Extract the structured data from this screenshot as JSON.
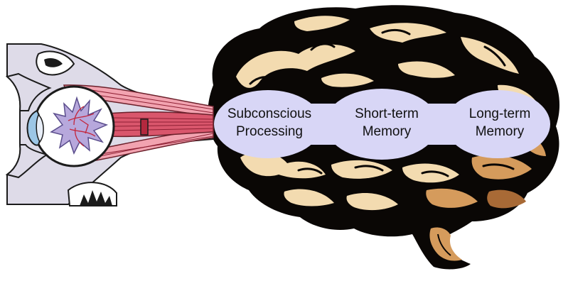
{
  "colors": {
    "brain_dark": "#0a0705",
    "brain_cream": "#f3dbb0",
    "brain_tan": "#d59b5c",
    "brain_brown": "#a86a36",
    "stage_fill": "#d8d6f6",
    "eye_bone": "#dedbe8",
    "eye_bone_dark": "#8e86a8",
    "muscle_red": "#d9566c",
    "muscle_pink": "#f2a3b0",
    "iris_blue": "#9cc6e6",
    "retina_purple": "#b7a8dc",
    "vessel_red": "#c4263c"
  },
  "icons": {
    "eye": "eye-anatomy-icon",
    "brain": "brain-icon"
  },
  "stages": [
    {
      "line1": "Subconscious",
      "line2": "Processing"
    },
    {
      "line1": "Short-term",
      "line2": "Memory"
    },
    {
      "line1": "Long-term",
      "line2": "Memory"
    }
  ]
}
